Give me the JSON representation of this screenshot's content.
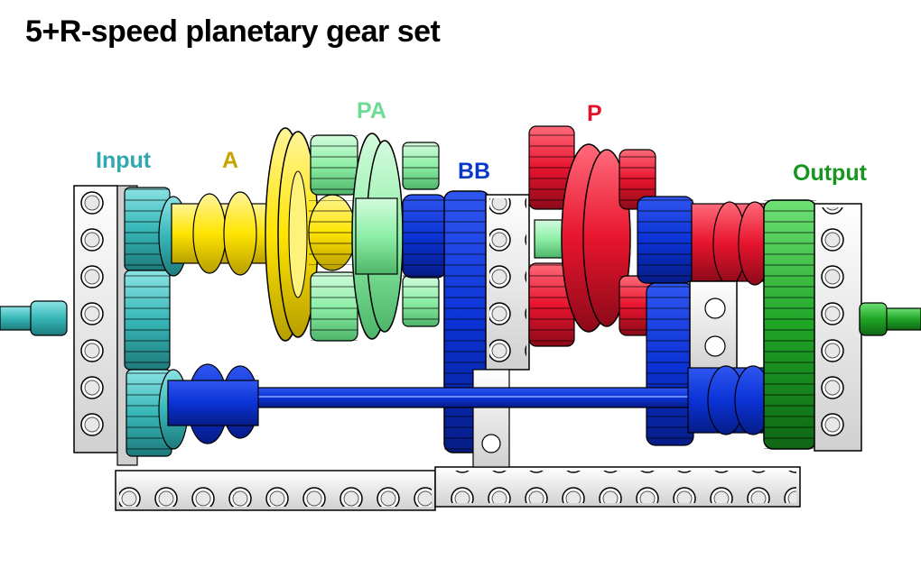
{
  "title": "5+R-speed planetary gear set",
  "labels": {
    "input": {
      "text": "Input",
      "color": "#2FA8AE"
    },
    "a": {
      "text": "A",
      "color": "#C9A400"
    },
    "pa": {
      "text": "PA",
      "color": "#6EDB95"
    },
    "bb": {
      "text": "BB",
      "color": "#0A39C8"
    },
    "p": {
      "text": "P",
      "color": "#E2102A"
    },
    "output": {
      "text": "Output",
      "color": "#16961E"
    }
  },
  "colors": {
    "teal": "#37B7B8",
    "yellow": "#FFE500",
    "light_green": "#8EEFA7",
    "blue": "#0B33D6",
    "red": "#E8142E",
    "green": "#1FA526",
    "beam": "#EDEDED"
  }
}
